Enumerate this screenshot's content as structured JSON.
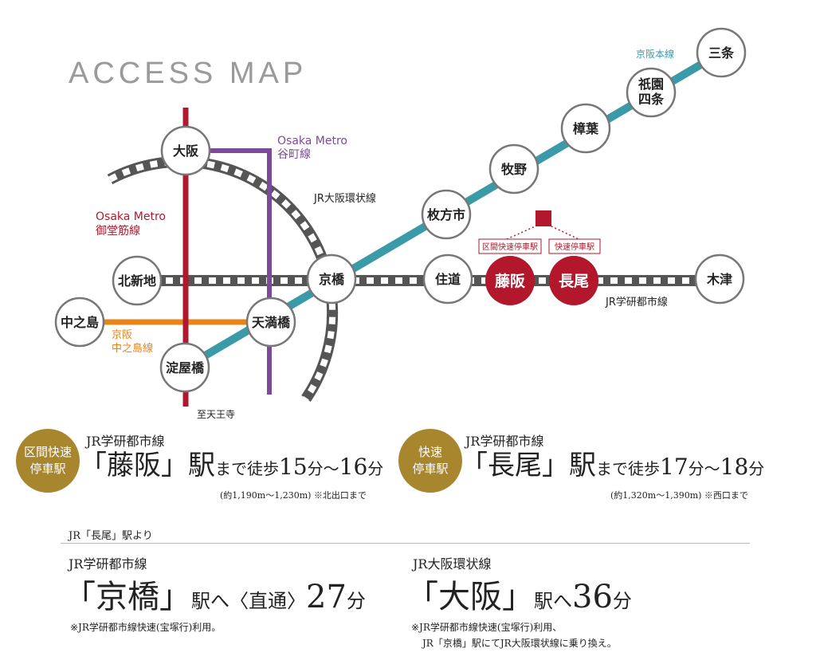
{
  "title": "ACCESS MAP",
  "lines": {
    "midosuji": {
      "name1": "Osaka Metro",
      "name2": "御堂筋線",
      "color": "#b0182d"
    },
    "tanimachi": {
      "name1": "Osaka Metro",
      "name2": "谷町線",
      "color": "#7b4a9b"
    },
    "loop": {
      "name": "JR大阪環状線",
      "color": "#555555"
    },
    "nakanoshima": {
      "name1": "京阪",
      "name2": "中之島線",
      "color": "#e8851a"
    },
    "keihan": {
      "name": "京阪本線",
      "color": "#3a9aa8"
    },
    "gakkentoshi": {
      "name": "JR学研都市線",
      "color": "#555555"
    },
    "tennoji": "至天王寺"
  },
  "stations": {
    "osaka": "大阪",
    "kitashinchi": "北新地",
    "nakanoshima": "中之島",
    "yodoyabashi": "淀屋橋",
    "temmabashi": "天満橋",
    "kyobashi": "京橋",
    "hirakatashi": "枚方市",
    "makino": "牧野",
    "kuzuha": "樟葉",
    "gion1": "祇園",
    "gion2": "四条",
    "sanjo": "三条",
    "sumimichi": "住道",
    "fujisaka": "藤阪",
    "nagao": "長尾",
    "kizu": "木津"
  },
  "station_tags": {
    "fujisaka": "区間快速停車駅",
    "nagao": "快速停車駅"
  },
  "access": [
    {
      "badge1": "区間快速",
      "badge2": "停車駅",
      "line": "JR学研都市線",
      "station": "「藤阪」駅",
      "walk_prefix": "まで徒歩",
      "time_from": "15",
      "time_to": "16",
      "min": "分",
      "tilde": "〜",
      "note": "(約1,190m〜1,230m) ※北出口まで"
    },
    {
      "badge1": "快速",
      "badge2": "停車駅",
      "line": "JR学研都市線",
      "station": "「長尾」駅",
      "walk_prefix": "まで徒歩",
      "time_from": "17",
      "time_to": "18",
      "min": "分",
      "tilde": "〜",
      "note": "(約1,320m〜1,390m) ※西口まで"
    }
  ],
  "from_label": "JR「長尾」駅より",
  "routes": [
    {
      "line": "JR学研都市線",
      "dest": "「京橋」",
      "suffix": "駅へ〈直通〉",
      "time": "27",
      "min": "分",
      "note1": "※JR学研都市線快速(宝塚行)利用。",
      "note2": ""
    },
    {
      "line": "JR大阪環状線",
      "dest": "「大阪」",
      "suffix": "駅へ",
      "time": "36",
      "min": "分",
      "note1": "※JR学研都市線快速(宝塚行)利用、",
      "note2": "JR「京橋」駅にてJR大阪環状線に乗り換え。"
    }
  ]
}
